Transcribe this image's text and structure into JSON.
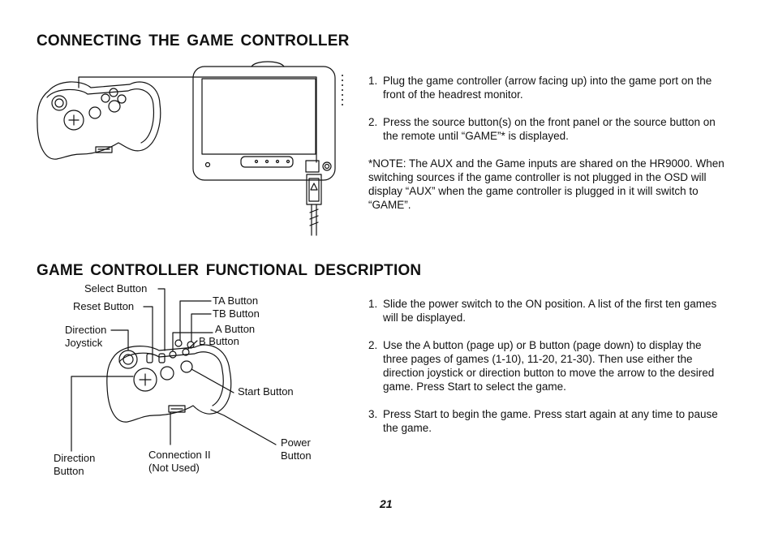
{
  "section1": {
    "heading": "CONNECTING THE GAME CONTROLLER",
    "step1_num": "1.",
    "step1_text": "Plug the game controller (arrow facing up) into the game port on the front of the headrest monitor.",
    "step2_num": "2.",
    "step2_text": "Press the source button(s) on the front panel or the source button on the remote until “GAME”* is displayed.",
    "note": "*NOTE: The AUX and the Game inputs are shared on the HR9000. When switching sources if the game controller is not plugged in the OSD will display “AUX” when the game controller is plugged in it will switch to “GAME”."
  },
  "section2": {
    "heading": "GAME CONTROLLER FUNCTIONAL DESCRIPTION",
    "step1_num": "1.",
    "step1_text": "Slide the power switch to the ON position. A list of the first ten games will be displayed.",
    "step2_num": "2.",
    "step2_text": "Use the A button (page up) or B button (page down) to display the three pages of games (1-10), 11-20, 21-30). Then use either the direction joystick or direction button to move the arrow to the desired game. Press Start to select the game.",
    "step3_num": "3.",
    "step3_text": "Press Start to begin the game. Press start again at any time to pause the game."
  },
  "labels": {
    "select_button": "Select Button",
    "reset_button": "Reset Button",
    "direction_joystick_1": "Direction",
    "direction_joystick_2": "Joystick",
    "ta_button": "TA Button",
    "tb_button": "TB Button",
    "a_button": "A Button",
    "b_button": "B Button",
    "start_button": "Start Button",
    "power_button_1": "Power",
    "power_button_2": "Button",
    "connection_1": "Connection II",
    "connection_2": "(Not Used)",
    "direction_button_1": "Direction",
    "direction_button_2": "Button"
  },
  "page_number": "21"
}
